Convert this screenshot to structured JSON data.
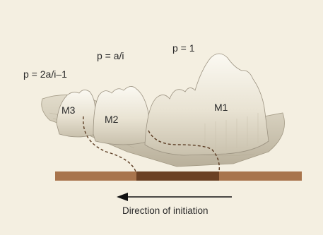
{
  "labels": {
    "p1": "p = 1",
    "pai": "p = a/i",
    "p2ai": "p = 2a/i–1",
    "m1": "M1",
    "m2": "M2",
    "m3": "M3"
  },
  "direction_text": "Direction of initiation",
  "colors": {
    "background": "#f4efe1",
    "bar_light": "#a8744c",
    "bar_dark": "#6b4124",
    "tooth": "#ece6d6",
    "dashed_line": "#5a3b22",
    "arrow": "#111111"
  },
  "icons": {
    "arrow": "left-arrow-icon"
  }
}
